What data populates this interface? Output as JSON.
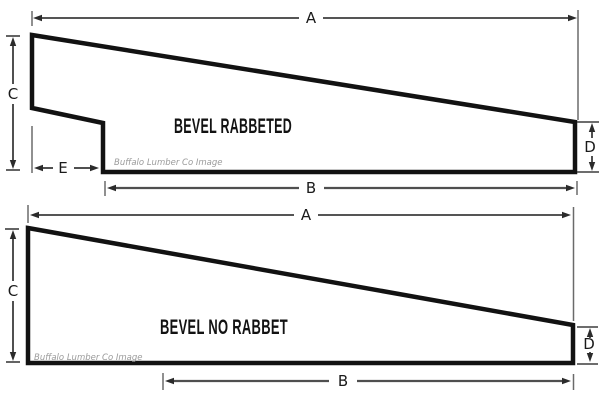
{
  "colors": {
    "background": "#ffffff",
    "profile_outline": "#121212",
    "dimension_lines": "#3d3d3d",
    "dimension_text": "#1a1a1a",
    "watermark_text": "#9b9b9b"
  },
  "top_diagram": {
    "title": "BEVEL RABBETED",
    "watermark": "Buffalo Lumber Co Image",
    "dim_a": "A",
    "dim_b": "B",
    "dim_c": "C",
    "dim_d": "D",
    "dim_e": "E"
  },
  "bottom_diagram": {
    "title": "BEVEL NO RABBET",
    "watermark": "Buffalo Lumber Co Image",
    "dim_a": "A",
    "dim_b": "B",
    "dim_c": "C",
    "dim_d": "D"
  }
}
